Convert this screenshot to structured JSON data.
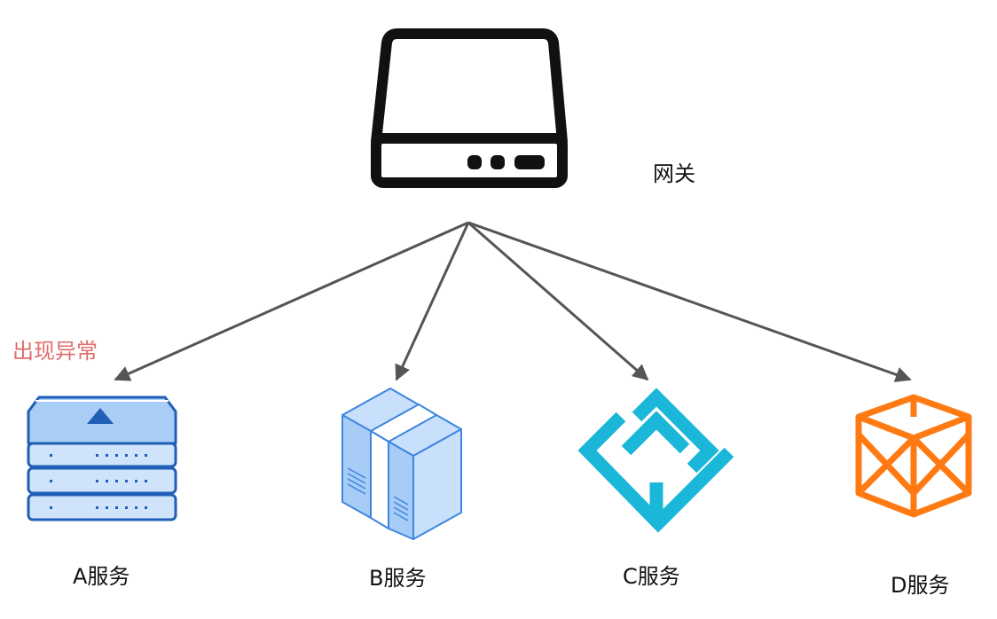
{
  "gateway": {
    "label": "网关"
  },
  "anomaly_note": "出现异常",
  "services": [
    {
      "label": "A服务"
    },
    {
      "label": "B服务"
    },
    {
      "label": "C服务"
    },
    {
      "label": "D服务"
    }
  ],
  "colors": {
    "gateway_icon": "#111111",
    "arrow": "#555555",
    "anomaly_text": "#e06c6c",
    "service_a": "#2b6cc4",
    "service_b": "#4a90e2",
    "service_c": "#1bb7d9",
    "service_d": "#ff7a12"
  },
  "icons": {
    "gateway": "server-box-icon",
    "service_a": "server-rack-icon",
    "service_b": "server-cabinets-icon",
    "service_c": "s-logo-icon",
    "service_d": "cube-icon"
  }
}
